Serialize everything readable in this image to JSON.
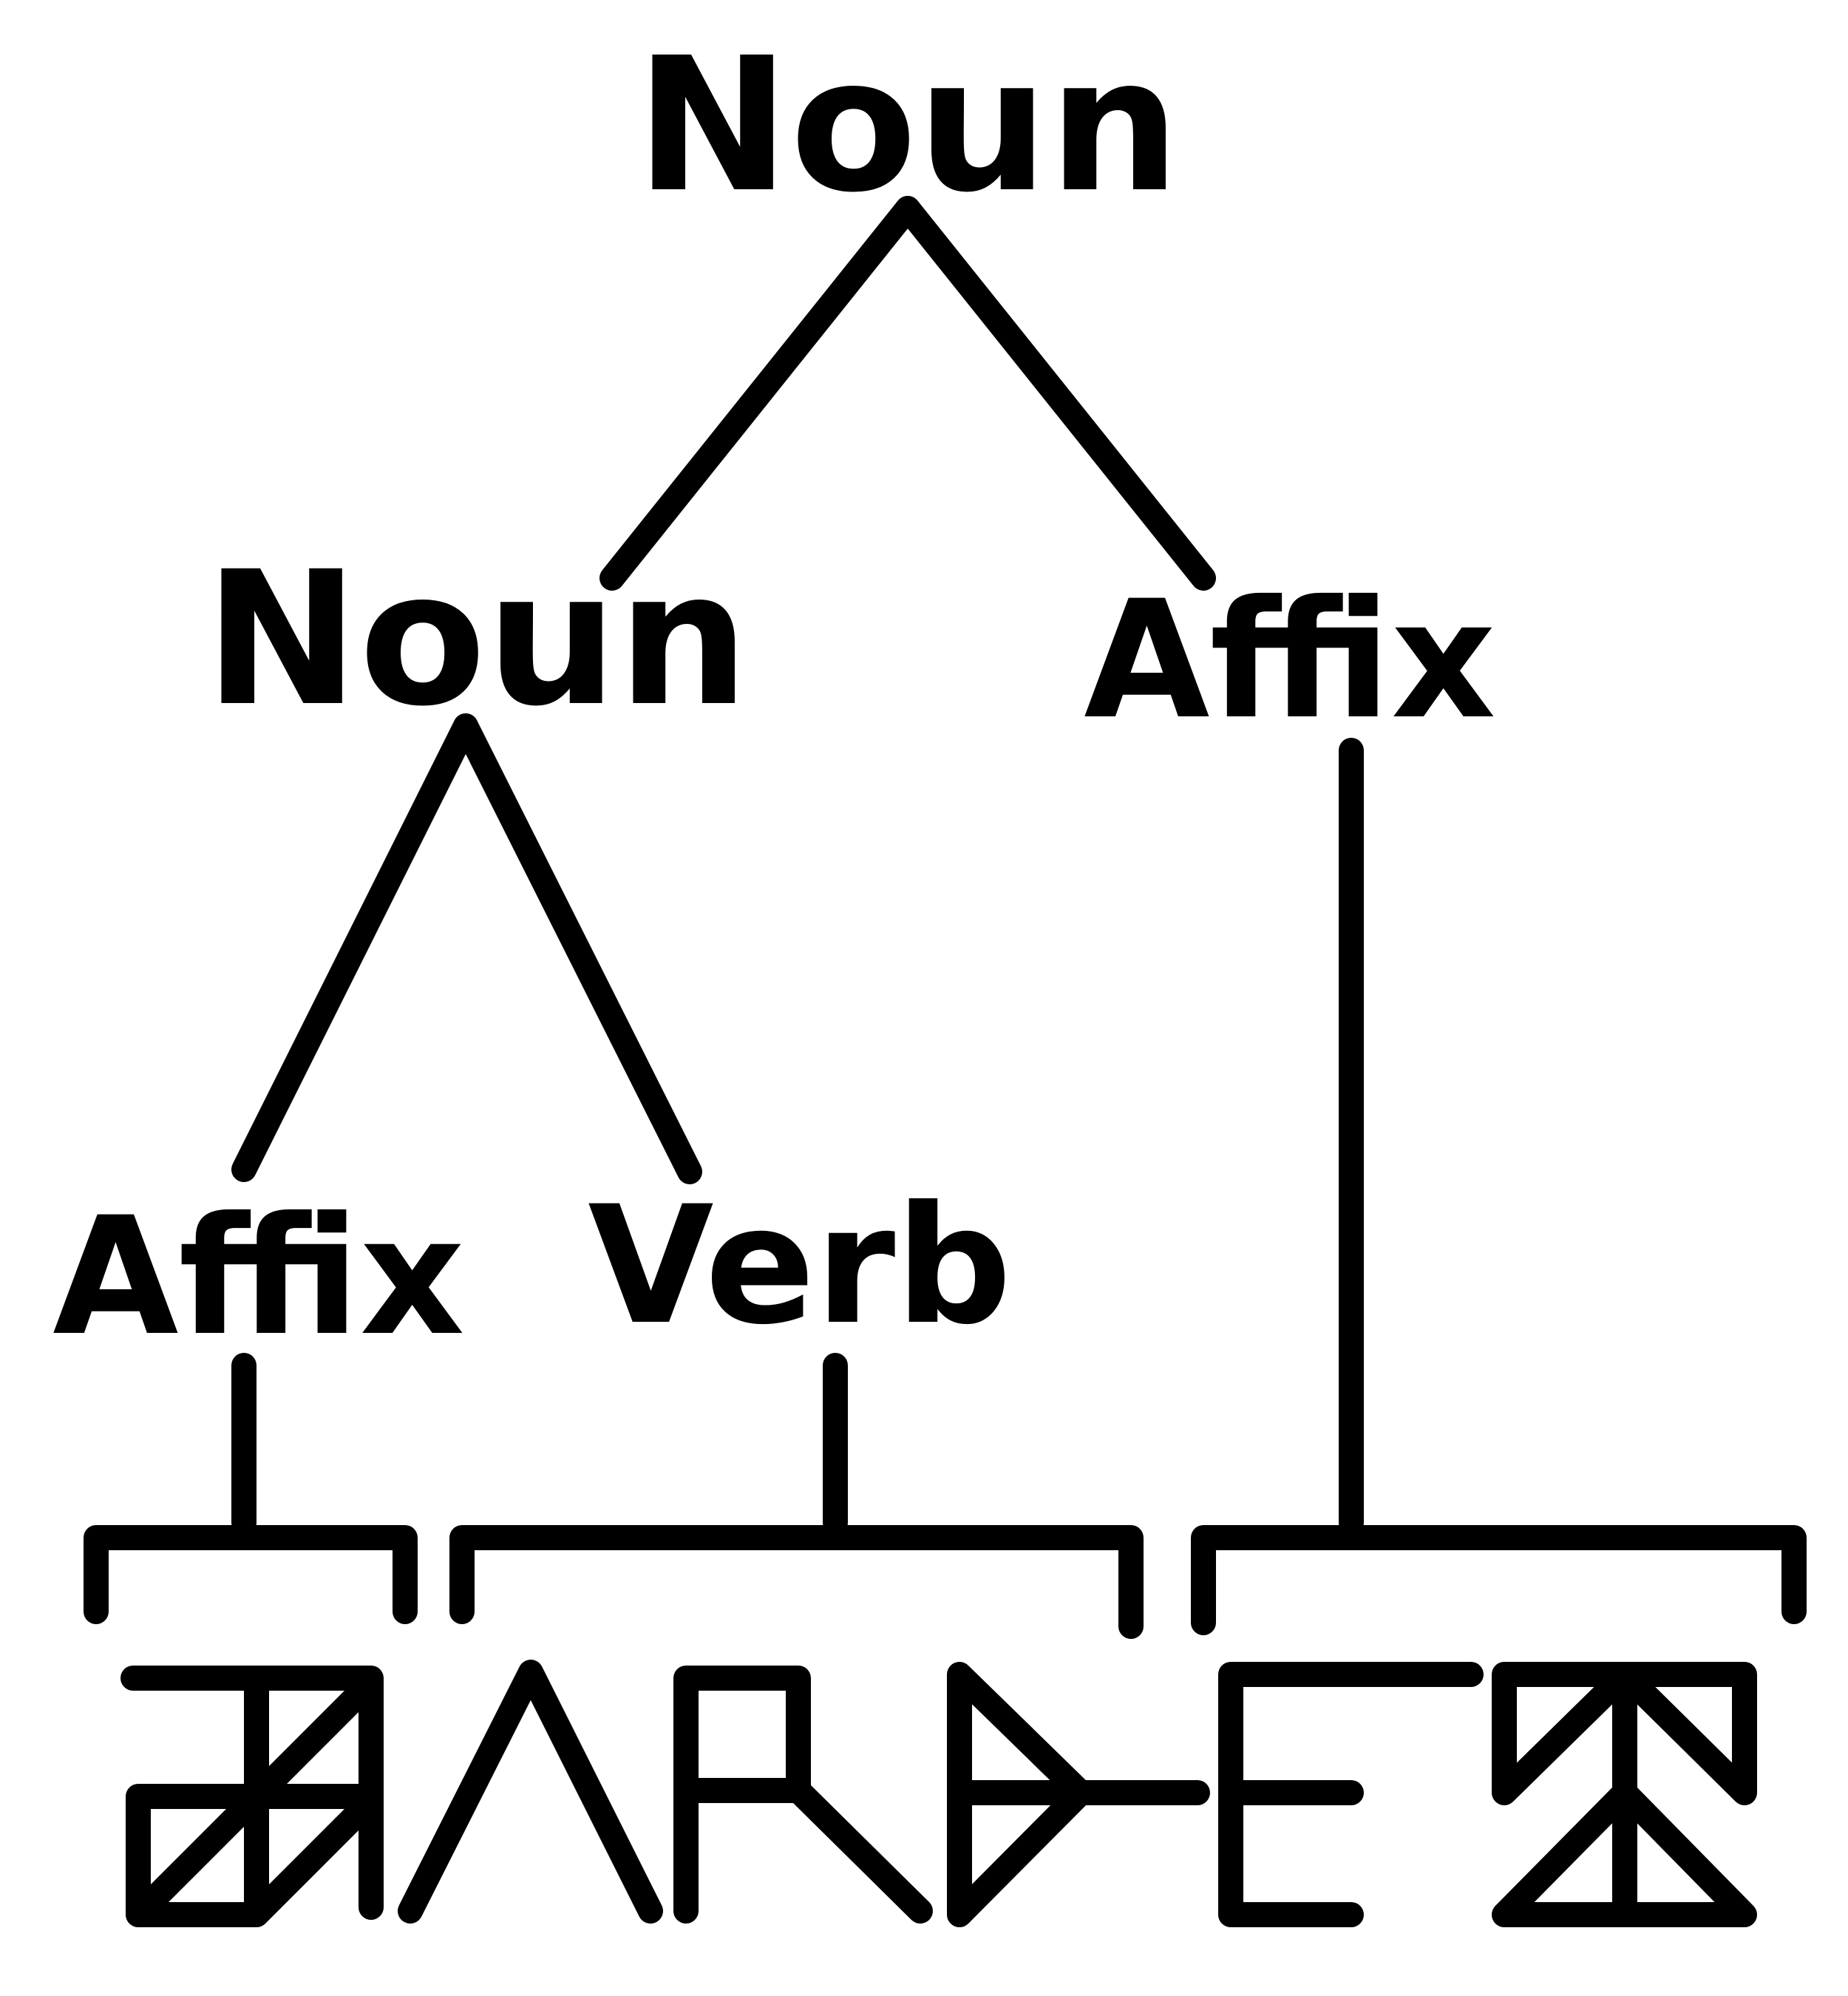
{
  "tree": {
    "root": {
      "label": "Noun"
    },
    "left_child": {
      "label": "Noun"
    },
    "right_child": {
      "label": "Affix"
    },
    "left_left": {
      "label": "Affix"
    },
    "left_right": {
      "label": "Verb"
    }
  },
  "segments": [
    {
      "id": "segment-1",
      "parent": "left_left"
    },
    {
      "id": "segment-2",
      "parent": "left_right"
    },
    {
      "id": "segment-3",
      "parent": "right_child"
    }
  ],
  "colors": {
    "ink": "#000000",
    "background": "#ffffff"
  }
}
